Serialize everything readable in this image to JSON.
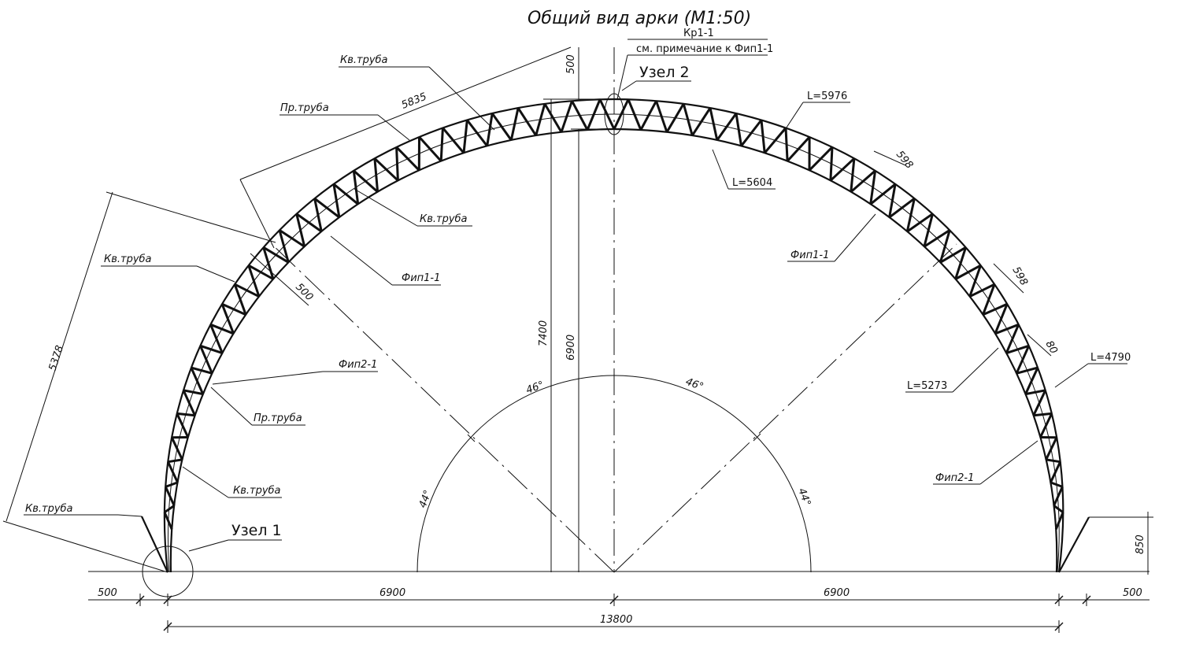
{
  "title": "Общий вид арки (М1:50)",
  "nodes": {
    "node1": "Узел 1",
    "node2": "Узел 2"
  },
  "top_note": {
    "mark": "Кр1-1",
    "note": "см. примечание к Фип1-1"
  },
  "labels": {
    "kv_truba": "Кв.труба",
    "pr_truba": "Пр.труба",
    "fip1": "Фип1-1",
    "fip2": "Фип2-1",
    "L_5976": "L=5976",
    "L_5604": "L=5604",
    "L_5273": "L=5273",
    "L_4790": "L=4790"
  },
  "dimensions": {
    "d500": "500",
    "d5835": "5835",
    "d5378": "5378",
    "d598": "598",
    "d80": "80",
    "d850": "850",
    "d7400": "7400",
    "d6900": "6900",
    "d13800": "13800",
    "a46": "46°",
    "a44": "44°"
  }
}
